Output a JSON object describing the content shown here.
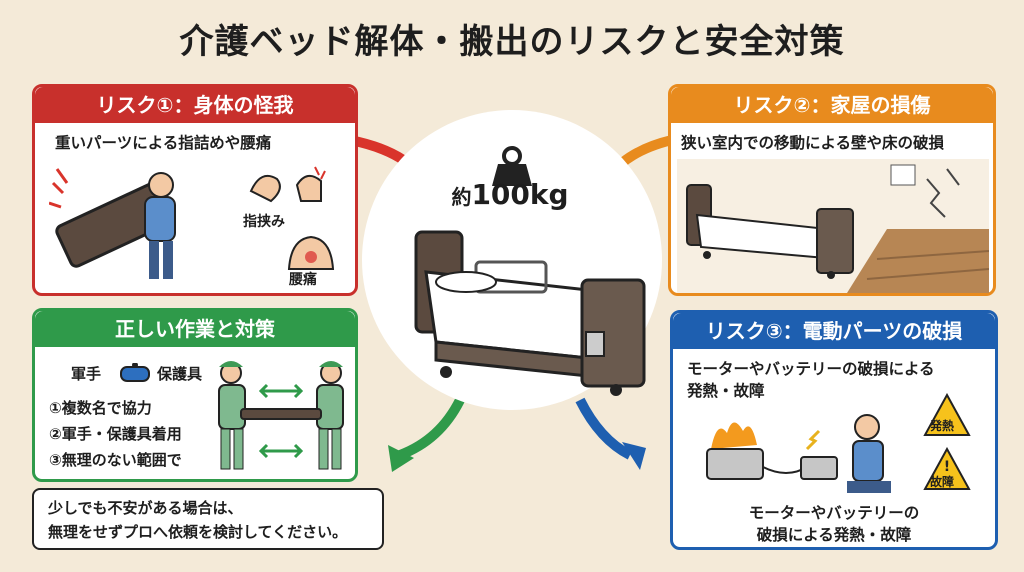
{
  "title": "介護ベッド解体・搬出のリスクと安全対策",
  "center": {
    "weight_prefix": "約",
    "weight_value": "100kg"
  },
  "risk1": {
    "header": "リスク①：身体の怪我",
    "subtitle": "重いパーツによる指詰めや腰痛",
    "label_finger": "指挟み",
    "label_back": "腰痛"
  },
  "risk2": {
    "header": "リスク②：家屋の損傷",
    "subtitle": "狭い室内での移動による壁や床の破損"
  },
  "safety": {
    "header": "正しい作業と対策",
    "gloves": "軍手",
    "gear": "保護具",
    "steps": [
      "①複数名で協力",
      "②軍手・保護具着用",
      "③無理のない範囲で"
    ]
  },
  "risk3": {
    "header": "リスク③：電動パーツの破損",
    "subtitle_line1": "モーターやバッテリーの破損による",
    "subtitle_line2": "発熱・故障",
    "badge1": "発熱",
    "badge2": "故障",
    "caption_line1": "モーターやバッテリーの",
    "caption_line2": "破損による発熱・故障"
  },
  "note": {
    "line1": "少しでも不安がある場合は、",
    "line2": "無理をせずプロへ依頼を検討してください。"
  },
  "colors": {
    "risk1": "#c8302c",
    "risk2": "#e88b1e",
    "safety": "#2f9a4a",
    "risk3": "#1e5fb0"
  }
}
